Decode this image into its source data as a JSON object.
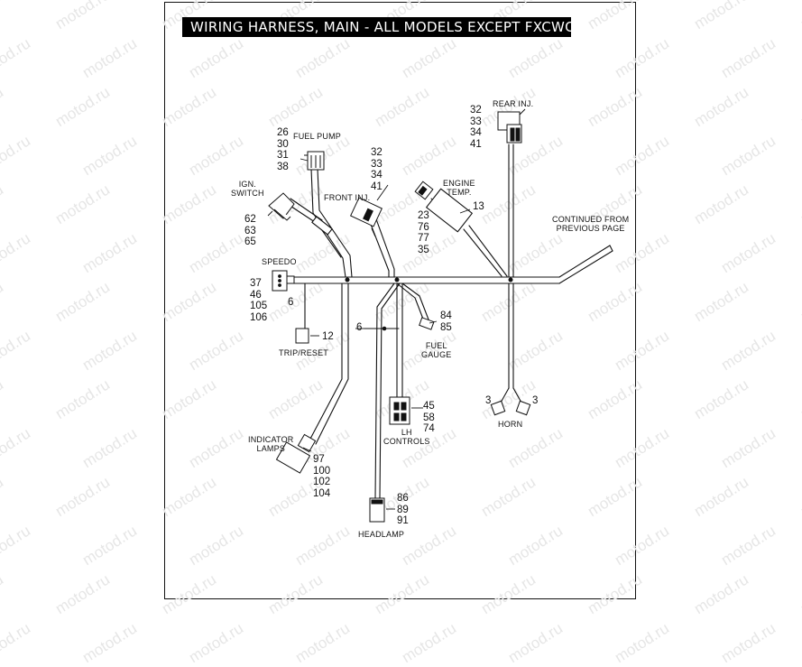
{
  "title": "WIRING HARNESS, MAIN - ALL MODELS EXCEPT FXCWC",
  "watermark": "motod.ru",
  "components": {
    "rear_inj": {
      "name": "REAR INJ.",
      "refs": [
        "32",
        "33",
        "34",
        "41"
      ]
    },
    "fuel_pump": {
      "name": "FUEL PUMP",
      "refs": [
        "26",
        "30",
        "31",
        "38"
      ]
    },
    "front_inj": {
      "name": "FRONT INJ.",
      "refs": [
        "32",
        "33",
        "34",
        "41"
      ]
    },
    "ign_switch": {
      "name": [
        "IGN.",
        "SWITCH"
      ],
      "refs": [
        "62",
        "63",
        "65"
      ]
    },
    "engine_temp": {
      "name": [
        "ENGINE",
        "TEMP."
      ],
      "refs": [
        "23",
        "76",
        "77",
        "35"
      ],
      "ref_side": "13"
    },
    "continued": {
      "name": [
        "CONTINUED FROM",
        "PREVIOUS PAGE"
      ]
    },
    "speedo": {
      "name": "SPEEDO",
      "refs": [
        "37",
        "46",
        "105",
        "106"
      ],
      "ref_side": "6"
    },
    "trip_reset": {
      "name": "TRIP/RESET",
      "ref_side": "12"
    },
    "fuel_gauge": {
      "name": [
        "FUEL",
        "GAUGE"
      ],
      "refs": [
        "84",
        "85"
      ]
    },
    "splice": {
      "ref_side": "6"
    },
    "lh_controls": {
      "name": [
        "LH",
        "CONTROLS"
      ],
      "refs": [
        "45",
        "58",
        "74"
      ]
    },
    "horn": {
      "name": "HORN",
      "ref_left": "3",
      "ref_right": "3"
    },
    "indicator_lamps": {
      "name": [
        "INDICATOR",
        "LAMPS"
      ],
      "refs": [
        "97",
        "100",
        "102",
        "104"
      ]
    },
    "headlamp": {
      "name": "HEADLAMP",
      "refs": [
        "86",
        "89",
        "91"
      ]
    }
  }
}
